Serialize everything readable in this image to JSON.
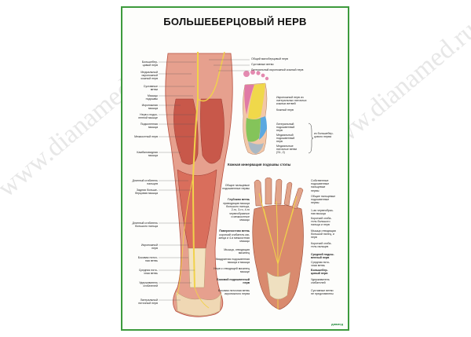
{
  "title": "БОЛЬШЕБЕРЦОВЫЙ НЕРВ",
  "sole_caption": "Кожная иннервация подошвы стопы",
  "watermark": "www.dianamed.ru",
  "brand": "диамед",
  "colors": {
    "frame": "#3d9a3d",
    "muscle": "#c8584a",
    "nerve": "#f1d24a",
    "skin": "#f2c7a8",
    "watermark": "#aaaaaa"
  },
  "legs_left": [
    "Большебер-\nцовый нерв",
    "Медиальный\nикроножный\nкожный нерв",
    "Суставные\nветви",
    "Мышцы\nподошвы",
    "Икроножная\nмышца",
    "Нерв к подко-\nленной мышце",
    "Подколенная\nмышца",
    "Межкостный нерв",
    "Камбаловидная\nмышца",
    "Длинный сгибатель\nпальцев",
    "Задняя больше-\nберцовая мышца",
    "Длинный сгибатель\nбольшого пальца",
    "Икроножный\nнерв",
    "Боковая пяточ-\nная ветвь",
    "Средняя пято-\nчная ветвь",
    "Удерживатель\nсгибателей",
    "Латеральный\nпяточный нерв"
  ],
  "legs_top_right": [
    "Общий малоберцовый нерв",
    "Суставные ветви",
    "Латеральный икроножный кожный нерв"
  ],
  "sole_labels": [
    "Икроножный нерв из\nлатеральных пяточных\nкожных ветвей",
    "Кожный нерв",
    "Латеральный\nподошвенный\nнерв",
    "Медиальный\nподошвенный\nнерв",
    "Медиальные\nпяточные ветви\n(S1, 2)",
    "из большебер-\nцового нерва"
  ],
  "foot_left": [
    "Общие пальцевые\nподошвенные нервы",
    "Глубокая ветвь",
    "приводящая мышца\nбольшого пальца,\n2-го, 3-го, 4-го\nчервеобразные\nи межкостные\nмышцы",
    "Поверхностная ветвь",
    "короткий сгибатель ми-\nзинца и 4-я межкостная\nмышцы",
    "Мышца, отводящая\nмизинец",
    "Квадратная подошвенная\nмышца и мышца",
    "Нерв к отводящей мизинец\nмышце",
    "Боковой подошвенный\nнерв",
    "Боковая пяточная ветвь\nикроножного нерва"
  ],
  "foot_right": [
    "Собственные\nподошвенные\nпальцевые\nнервы",
    "Общие пальцевые\nподошвенные\nнервы",
    "1-ая червеобраз-\nная мышца",
    "Короткий сгиба-\nтель большого\nпальца и нерв",
    "Мышца отводящая\nбольшой палец, и\nнерв",
    "Короткий сгиба-\nтель пальцев",
    "Средний подош-\nвенный нерв",
    "Средняя пято-\nчная ветвь",
    "Большебер-\nцовый нерв",
    "Удерживатель\nсгибателей",
    "Суставные ветви\nне представлены"
  ]
}
